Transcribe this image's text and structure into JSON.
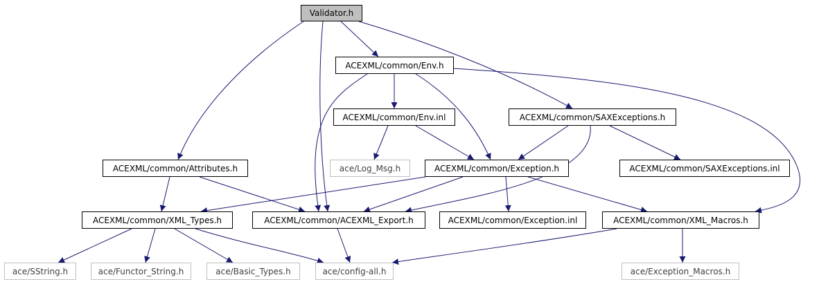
{
  "nodes": {
    "validator": "Validator.h",
    "env_h": "ACEXML/common/Env.h",
    "env_inl": "ACEXML/common/Env.inl",
    "saxexceptions_h": "ACEXML/common/SAXExceptions.h",
    "attributes_h": "ACEXML/common/Attributes.h",
    "log_msg_h": "ace/Log_Msg.h",
    "exception_h": "ACEXML/common/Exception.h",
    "saxexceptions_inl": "ACEXML/common/SAXExceptions.inl",
    "xml_types_h": "ACEXML/common/XML_Types.h",
    "acexml_export_h": "ACEXML/common/ACEXML_Export.h",
    "exception_inl": "ACEXML/common/Exception.inl",
    "xml_macros_h": "ACEXML/common/XML_Macros.h",
    "sstring_h": "ace/SString.h",
    "functor_string_h": "ace/Functor_String.h",
    "basic_types_h": "ace/Basic_Types.h",
    "config_all_h": "ace/config-all.h",
    "exception_macros_h": "ace/Exception_Macros.h"
  },
  "edges": [
    [
      "validator",
      "env_h"
    ],
    [
      "validator",
      "saxexceptions_h"
    ],
    [
      "validator",
      "attributes_h"
    ],
    [
      "validator",
      "acexml_export_h"
    ],
    [
      "env_h",
      "env_inl"
    ],
    [
      "env_h",
      "exception_h"
    ],
    [
      "env_h",
      "acexml_export_h"
    ],
    [
      "env_h",
      "xml_macros_h"
    ],
    [
      "env_inl",
      "log_msg_h"
    ],
    [
      "env_inl",
      "exception_h"
    ],
    [
      "saxexceptions_h",
      "exception_h"
    ],
    [
      "saxexceptions_h",
      "saxexceptions_inl"
    ],
    [
      "saxexceptions_h",
      "acexml_export_h"
    ],
    [
      "attributes_h",
      "xml_types_h"
    ],
    [
      "attributes_h",
      "acexml_export_h"
    ],
    [
      "exception_h",
      "xml_types_h"
    ],
    [
      "exception_h",
      "acexml_export_h"
    ],
    [
      "exception_h",
      "exception_inl"
    ],
    [
      "exception_h",
      "xml_macros_h"
    ],
    [
      "xml_types_h",
      "sstring_h"
    ],
    [
      "xml_types_h",
      "functor_string_h"
    ],
    [
      "xml_types_h",
      "basic_types_h"
    ],
    [
      "xml_types_h",
      "config_all_h"
    ],
    [
      "acexml_export_h",
      "config_all_h"
    ],
    [
      "xml_macros_h",
      "config_all_h"
    ],
    [
      "xml_macros_h",
      "exception_macros_h"
    ]
  ],
  "colors": {
    "edge": "#191970",
    "root_fill": "#bfbfbf",
    "external_border": "#bfbfbf",
    "node_border": "#000000"
  }
}
